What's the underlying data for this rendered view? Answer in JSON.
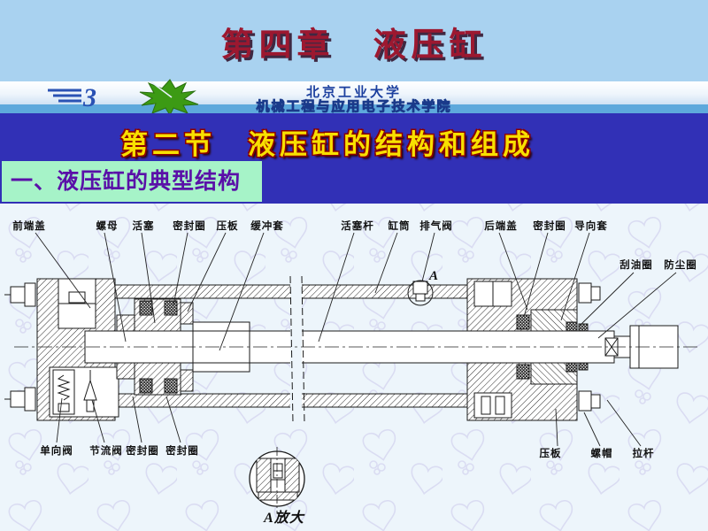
{
  "slide": {
    "title": "第四章　液压缸",
    "title_color": "#9c1830",
    "bg_color": "#a9d2f0"
  },
  "banner": {
    "logo_glyph": "3",
    "university": "北京工业大学",
    "college": "机械工程与应用电子技术学院",
    "strip_color": "#5ea9dc"
  },
  "section": {
    "title": "第二节　液压缸的结构和组成",
    "bg_color": "#3130b6",
    "text_color": "#f8e000"
  },
  "subtitle": {
    "text": "一、液压缸的典型结构",
    "bg_color": "#a6f3c8",
    "text_color": "#5a10a8"
  },
  "diagram": {
    "bg_color": "#edf5fb",
    "labels_top": [
      "前端盖",
      "螺母",
      "活塞",
      "密封圈",
      "压板",
      "缓冲套",
      "活塞杆",
      "缸筒",
      "排气阀",
      "后端盖",
      "密封圈",
      "导向套"
    ],
    "labels_right": [
      "刮油圈",
      "防尘圈"
    ],
    "labels_bottom_left": [
      "单向阀",
      "节流阀",
      "密封圈",
      "密封圈"
    ],
    "labels_bottom_right": [
      "压板",
      "螺帽",
      "拉杆"
    ],
    "detail_marker": "A",
    "detail_caption": "A放大"
  }
}
